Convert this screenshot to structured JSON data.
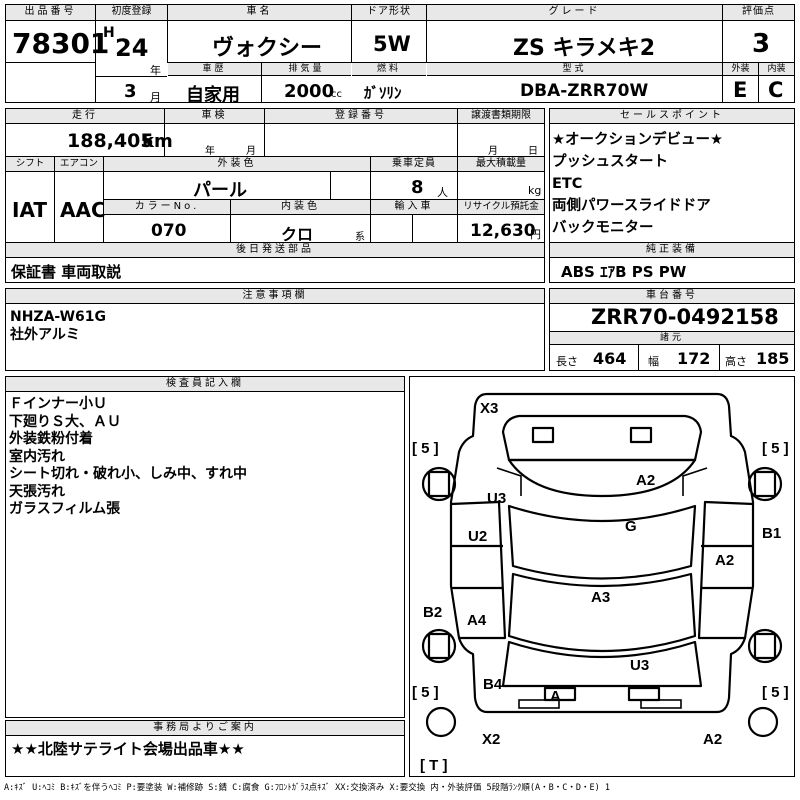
{
  "lot": {
    "label": "出品番号",
    "value": "78301"
  },
  "reg": {
    "label": "初度登録",
    "era": "H",
    "year": "24",
    "year_unit": "年",
    "month": "3",
    "month_unit": "月"
  },
  "car_name": {
    "label": "車名",
    "value": "ヴォクシー"
  },
  "door": {
    "label": "ドア形状",
    "value": "5W"
  },
  "grade": {
    "label": "グレード",
    "value": "ZS キラメキ2"
  },
  "score": {
    "label": "評価点",
    "value": "3",
    "ext_label": "外装",
    "int_label": "内装",
    "ext": "E",
    "int": "C"
  },
  "history": {
    "label": "車歴",
    "value": "自家用"
  },
  "displacement": {
    "label": "排気量",
    "value": "2000",
    "unit": "cc"
  },
  "fuel": {
    "label": "燃料",
    "value": "ｶﾞｿﾘﾝ"
  },
  "model": {
    "label": "型式",
    "value": "DBA-ZRR70W"
  },
  "mileage": {
    "label": "走行",
    "value": "188,405",
    "unit": "km"
  },
  "inspection": {
    "label": "車検",
    "year_unit": "年",
    "month_unit": "月"
  },
  "plate": {
    "label": "登録番号"
  },
  "transfer": {
    "label": "譲渡書類期限",
    "month_unit": "月",
    "day_unit": "日"
  },
  "sales_point": {
    "label": "セールスポイント",
    "lines": [
      "★オークションデビュー★",
      "プッシュスタート",
      "ETC",
      "両側パワースライドドア",
      "バックモニター"
    ]
  },
  "shift": {
    "label": "シフト",
    "value": "IAT"
  },
  "ac": {
    "label": "エアコン",
    "value": "AAC"
  },
  "ext_color": {
    "label": "外装色",
    "value": "パール"
  },
  "capacity": {
    "label": "乗車定員",
    "value": "8",
    "unit": "人"
  },
  "max_load": {
    "label": "最大積載量",
    "unit": "kg"
  },
  "color_no": {
    "label": "カラーNo.",
    "value": "070"
  },
  "int_color": {
    "label": "内装色",
    "value": "クロ",
    "unit": "系"
  },
  "import": {
    "label": "輸入車"
  },
  "recycle": {
    "label": "リサイクル預託金",
    "value": "12,630",
    "unit": "円"
  },
  "later_parts": {
    "label": "後日発送部品",
    "value": "保証書 車両取説"
  },
  "genuine": {
    "label": "純正装備",
    "value": "ABS ｴｱB PS PW"
  },
  "caution": {
    "label": "注意事項欄",
    "lines": [
      "NHZA-W61G",
      "社外アルミ"
    ]
  },
  "chassis": {
    "label": "車台番号",
    "value": "ZRR70-0492158"
  },
  "dims": {
    "label": "諸元",
    "length_label": "長さ",
    "length": "464",
    "width_label": "幅",
    "width": "172",
    "height_label": "高さ",
    "height": "185"
  },
  "inspector": {
    "label": "検査員記入欄",
    "lines": [
      "Ｆインナー小Ｕ",
      "下廻りＳ大、ＡＵ",
      "外装鉄粉付着",
      "室内汚れ",
      "シート切れ・破れ小、しみ中、すれ中",
      "天張汚れ",
      "ガラスフィルム張"
    ]
  },
  "office": {
    "label": "事務局よりご案内",
    "value": "★★北陸サテライト会場出品車★★"
  },
  "diagram": {
    "marks": [
      {
        "id": "x3",
        "text": "X3"
      },
      {
        "id": "tl5",
        "text": "[ 5 ]"
      },
      {
        "id": "tr5",
        "text": "[ 5 ]"
      },
      {
        "id": "a2top",
        "text": "A2"
      },
      {
        "id": "u3l",
        "text": "U3"
      },
      {
        "id": "g",
        "text": "G"
      },
      {
        "id": "b1",
        "text": "B1"
      },
      {
        "id": "u2",
        "text": "U2"
      },
      {
        "id": "a2r",
        "text": "A2"
      },
      {
        "id": "a3",
        "text": "A3"
      },
      {
        "id": "b2",
        "text": "B2"
      },
      {
        "id": "a4",
        "text": "A4"
      },
      {
        "id": "u3r",
        "text": "U3"
      },
      {
        "id": "b4",
        "text": "B4"
      },
      {
        "id": "bl5",
        "text": "[ 5 ]"
      },
      {
        "id": "br5",
        "text": "[ 5 ]"
      },
      {
        "id": "a",
        "text": "A"
      },
      {
        "id": "x2l",
        "text": "X2"
      },
      {
        "id": "a2b",
        "text": "A2"
      },
      {
        "id": "t",
        "text": "[ T ]"
      }
    ]
  },
  "legend": "A:ｷｽﾞ U:ﾍｺﾐ B:ｷｽﾞを伴うﾍｺﾐ P:要塗装 W:補修跡 S:錆 C:腐食 G:ﾌﾛﾝﾄｶﾞﾗｽ点ｷｽﾞ XX:交換済み X:要交換 内・外装評価 5段階ﾗﾝｸ順(A・B・C・D・E) 1"
}
